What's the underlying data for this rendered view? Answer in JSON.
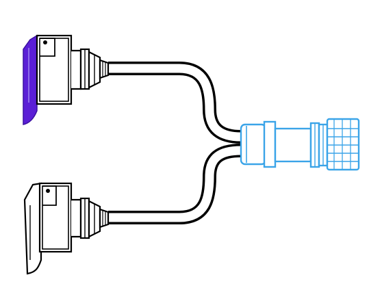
{
  "diagram": {
    "subject": "y-splitter-cable-icon",
    "parts": [
      {
        "id": "upper-socket",
        "icon": "socket-with-flap-icon",
        "flap_color": "#5b1fd6"
      },
      {
        "id": "lower-socket",
        "icon": "socket-with-flap-icon",
        "flap_color": "#ffffff"
      },
      {
        "id": "round-plug",
        "icon": "round-plug-icon",
        "color": "#3aa4e8"
      }
    ],
    "colors": {
      "outline": "#000000",
      "cable_fill": "#ffffff",
      "plug": "#3aa4e8",
      "flap_accent": "#5b1fd6",
      "background": "#ffffff"
    }
  }
}
